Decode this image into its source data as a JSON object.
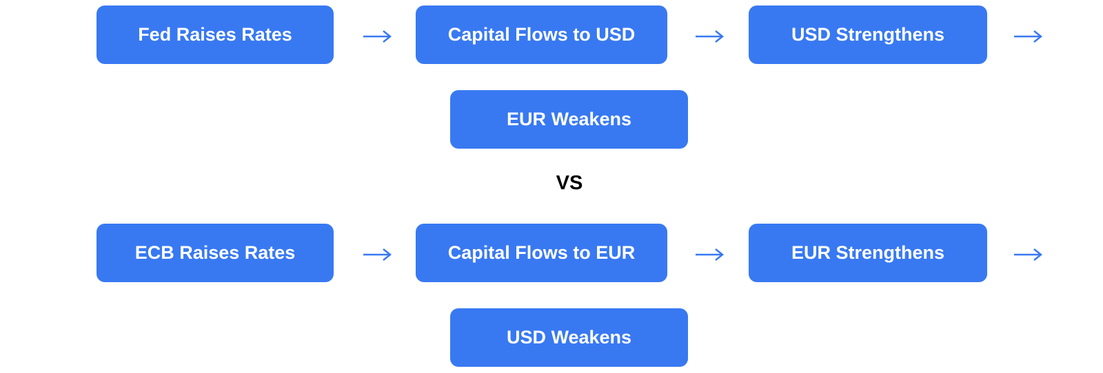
{
  "colors": {
    "box_fill": "#3879f2",
    "box_text": "#ffffff",
    "arrow": "#3879f2",
    "vs_text": "#000000"
  },
  "flow_usd": {
    "step1": "Fed Raises Rates",
    "step2": "Capital Flows to USD",
    "step3": "USD Strengthens",
    "result": "EUR Weakens"
  },
  "separator": "VS",
  "flow_eur": {
    "step1": "ECB Raises Rates",
    "step2": "Capital Flows to EUR",
    "step3": "EUR Strengthens",
    "result": "USD Weakens"
  },
  "icons": {
    "arrow": "right-arrow-icon"
  }
}
